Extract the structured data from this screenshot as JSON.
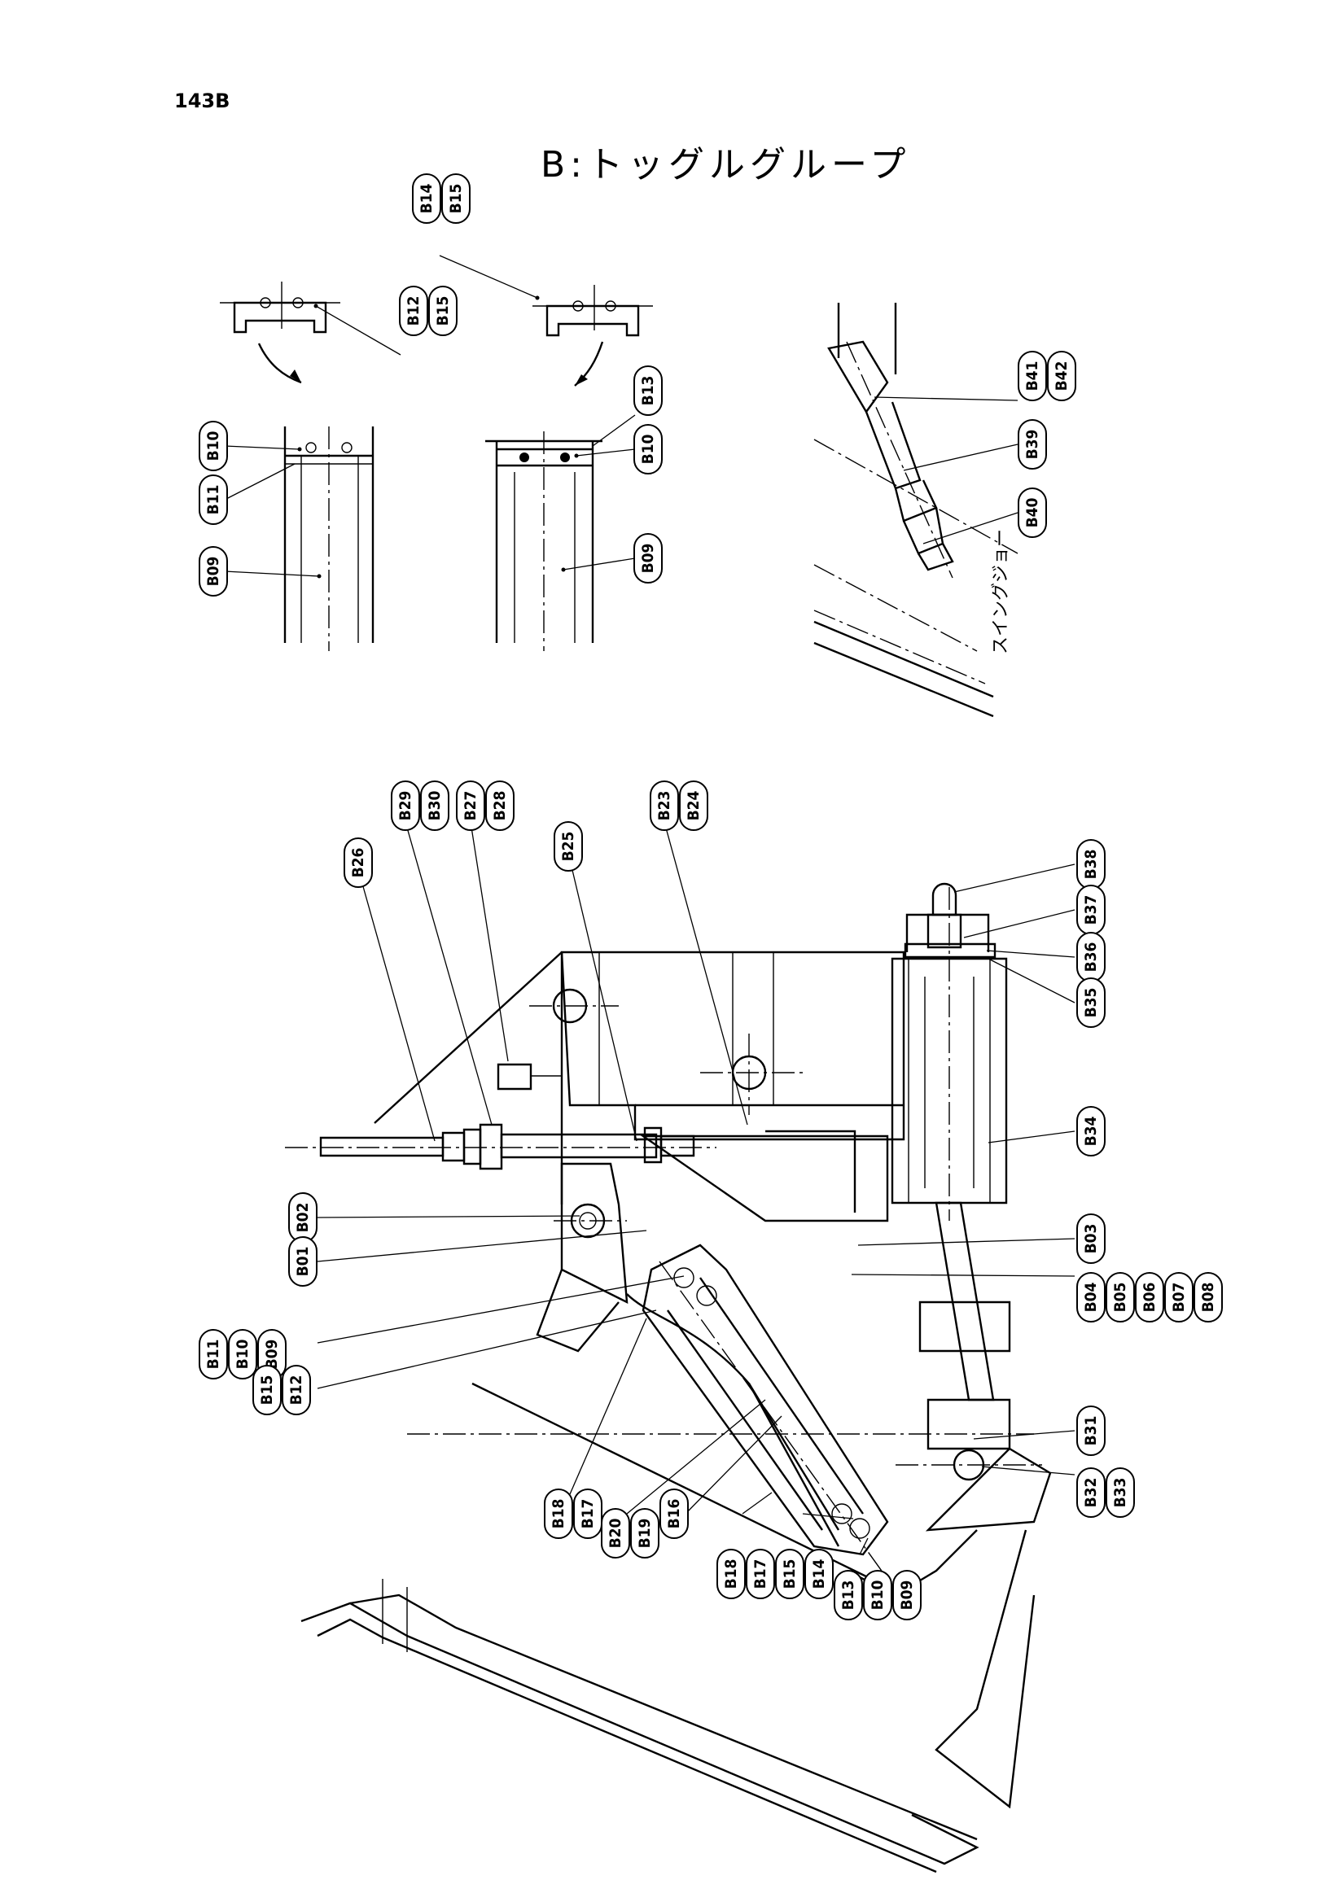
{
  "page": {
    "number": "143B",
    "title": "B:トッグルグループ"
  },
  "detail_note": "スイングジョー",
  "callouts": [
    {
      "id": "c1",
      "labels": [
        "B14",
        "B15"
      ]
    },
    {
      "id": "c2",
      "labels": [
        "B12",
        "B15"
      ]
    },
    {
      "id": "c3",
      "labels": [
        "B10"
      ]
    },
    {
      "id": "c4",
      "labels": [
        "B11"
      ]
    },
    {
      "id": "c5",
      "labels": [
        "B09"
      ]
    },
    {
      "id": "c6",
      "labels": [
        "B13"
      ]
    },
    {
      "id": "c7",
      "labels": [
        "B10"
      ]
    },
    {
      "id": "c8",
      "labels": [
        "B09"
      ]
    },
    {
      "id": "c9",
      "labels": [
        "B41",
        "B42"
      ]
    },
    {
      "id": "c10",
      "labels": [
        "B39"
      ]
    },
    {
      "id": "c11",
      "labels": [
        "B40"
      ]
    },
    {
      "id": "c12",
      "labels": [
        "B26"
      ]
    },
    {
      "id": "c13",
      "labels": [
        "B29",
        "B30"
      ]
    },
    {
      "id": "c14",
      "labels": [
        "B27",
        "B28"
      ]
    },
    {
      "id": "c15",
      "labels": [
        "B25"
      ]
    },
    {
      "id": "c16",
      "labels": [
        "B23",
        "B24"
      ]
    },
    {
      "id": "c17",
      "labels": [
        "B38"
      ]
    },
    {
      "id": "c18",
      "labels": [
        "B37"
      ]
    },
    {
      "id": "c19",
      "labels": [
        "B36"
      ]
    },
    {
      "id": "c20",
      "labels": [
        "B35"
      ]
    },
    {
      "id": "c21",
      "labels": [
        "B34"
      ]
    },
    {
      "id": "c22",
      "labels": [
        "B02"
      ]
    },
    {
      "id": "c23",
      "labels": [
        "B01"
      ]
    },
    {
      "id": "c24",
      "labels": [
        "B03"
      ]
    },
    {
      "id": "c25",
      "labels": [
        "B04",
        "B05",
        "B06",
        "B07",
        "B08"
      ]
    },
    {
      "id": "c26",
      "labels": [
        "B11",
        "B10",
        "B09"
      ]
    },
    {
      "id": "c27",
      "labels": [
        "B15",
        "B12"
      ]
    },
    {
      "id": "c28",
      "labels": [
        "B31"
      ]
    },
    {
      "id": "c29",
      "labels": [
        "B32",
        "B33"
      ]
    },
    {
      "id": "c30",
      "labels": [
        "B18",
        "B17"
      ]
    },
    {
      "id": "c31",
      "labels": [
        "B20",
        "B19"
      ]
    },
    {
      "id": "c32",
      "labels": [
        "B16"
      ]
    },
    {
      "id": "c33",
      "labels": [
        "B18",
        "B17"
      ]
    },
    {
      "id": "c34",
      "labels": [
        "B15",
        "B14"
      ]
    },
    {
      "id": "c35",
      "labels": [
        "B13",
        "B10",
        "B09"
      ]
    }
  ]
}
